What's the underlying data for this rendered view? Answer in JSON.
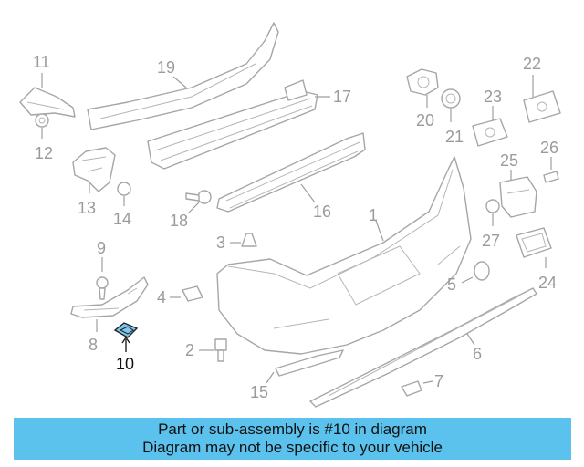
{
  "labels": {
    "p1": "1",
    "p2": "2",
    "p3": "3",
    "p4": "4",
    "p5": "5",
    "p6": "6",
    "p7": "7",
    "p8": "8",
    "p9": "9",
    "p10": "10",
    "p11": "11",
    "p12": "12",
    "p13": "13",
    "p14": "14",
    "p15": "15",
    "p16": "16",
    "p17": "17",
    "p18": "18",
    "p19": "19",
    "p20": "20",
    "p21": "21",
    "p22": "22",
    "p23": "23",
    "p24": "24",
    "p25": "25",
    "p26": "26",
    "p27": "27"
  },
  "highlight_part": "10",
  "colors": {
    "banner": "#5bc2ee",
    "highlight": "#7ec8ef",
    "line_art": "#a6a6a6"
  },
  "banner": {
    "line1": "Part or sub-assembly is #10 in diagram",
    "line2": "Diagram may not be specific to your vehicle"
  }
}
